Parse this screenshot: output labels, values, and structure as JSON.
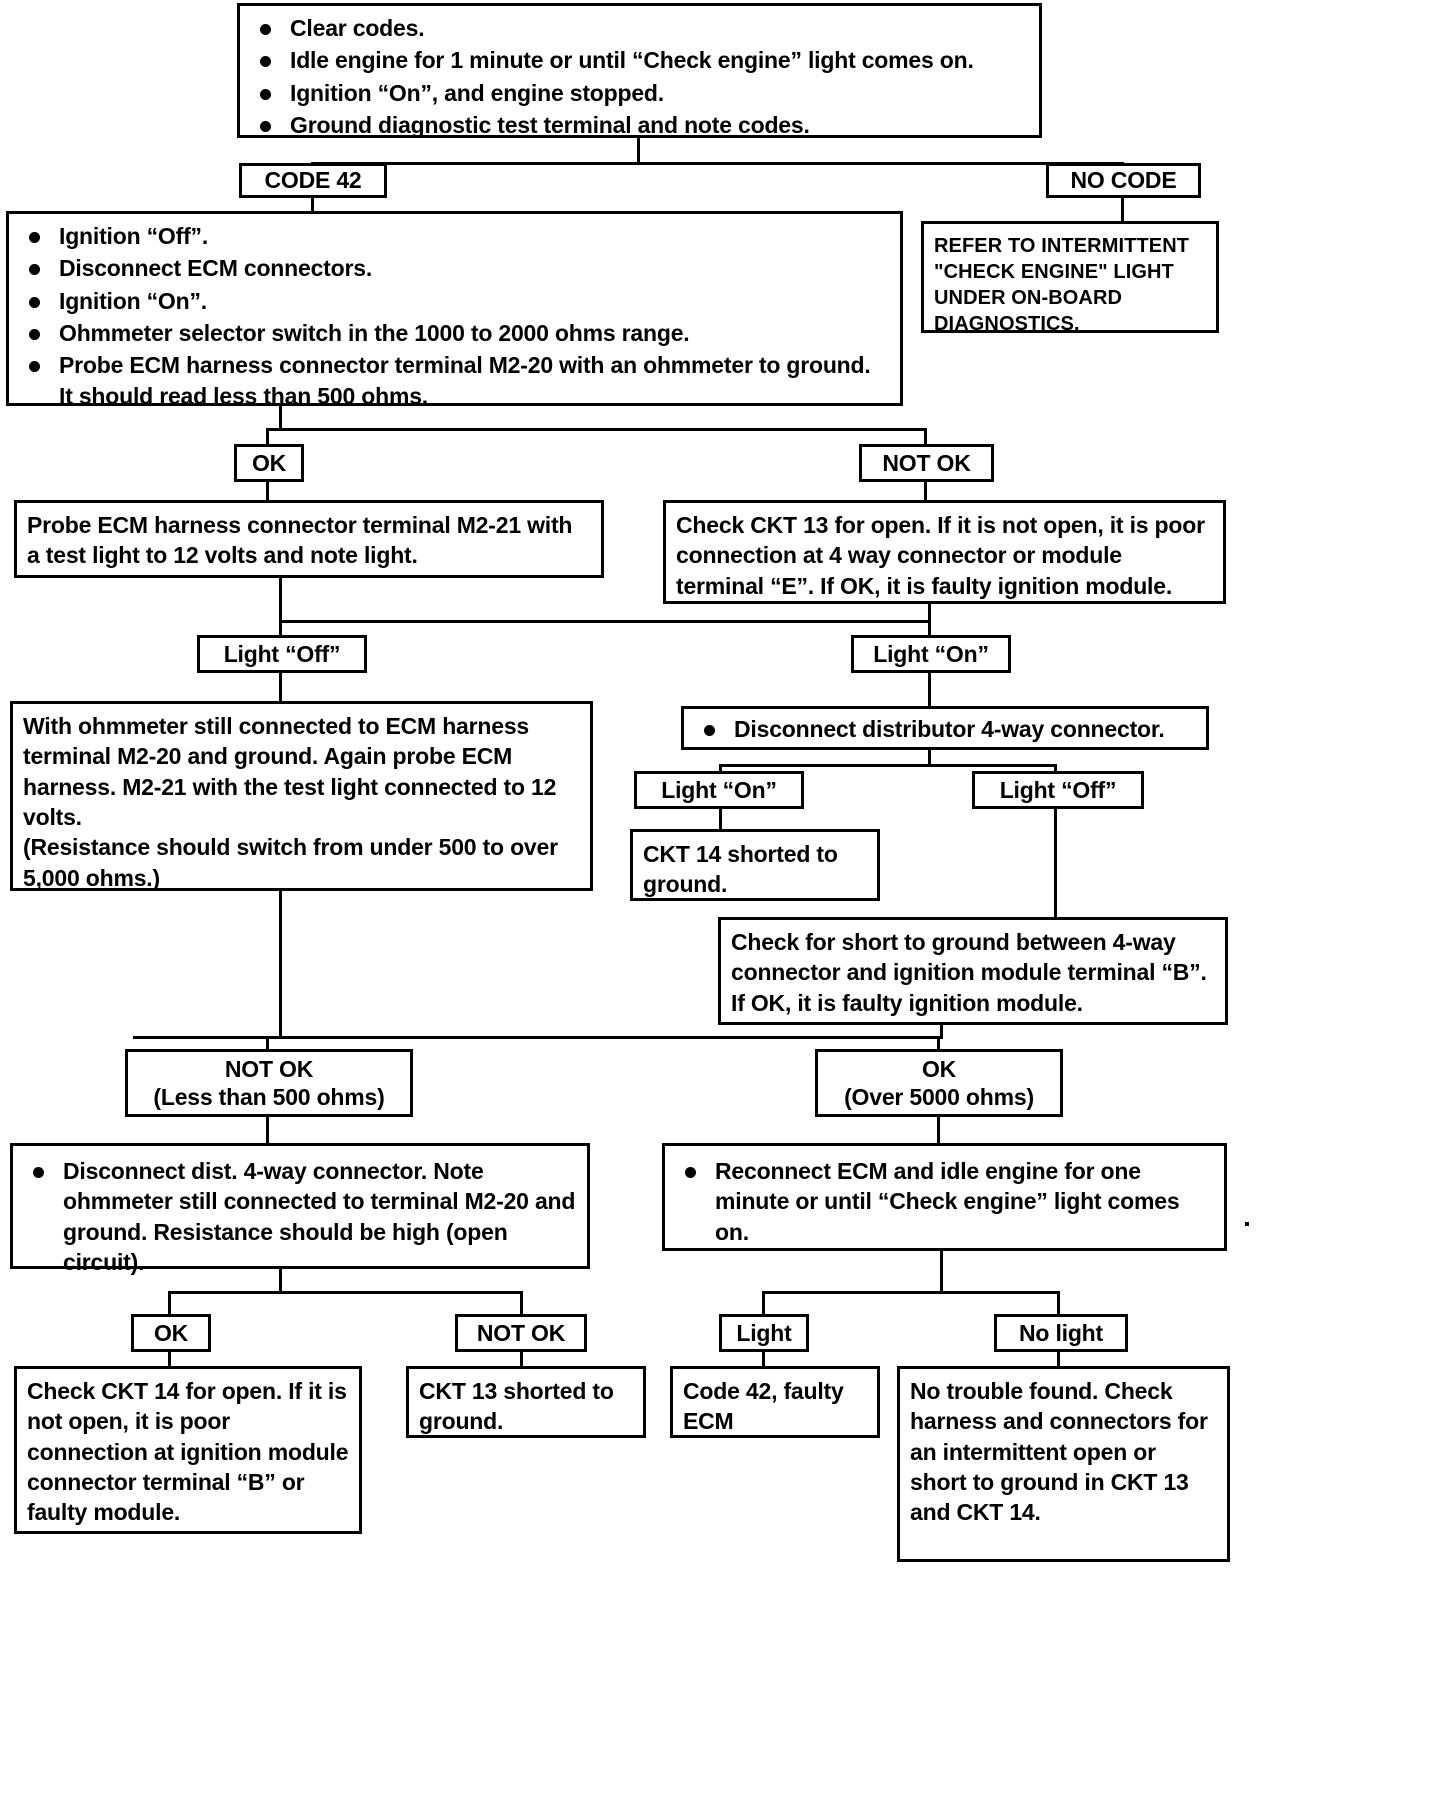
{
  "title": "CODE 42 Diagnostic Chart",
  "nodes": {
    "start": {
      "items": [
        "Clear codes.",
        "Idle engine for 1 minute or until “Check engine” light comes on.",
        "Ignition “On”, and engine stopped.",
        "Ground diagnostic test terminal and note codes."
      ]
    },
    "code42": {
      "label": "CODE 42"
    },
    "nocode": {
      "label": "NO CODE"
    },
    "refer_intermittent": {
      "lines": [
        "REFER TO INTERMITTENT",
        "\"CHECK ENGINE\" LIGHT",
        "UNDER ON-BOARD",
        "DIAGNOSTICS."
      ]
    },
    "ignition_steps": {
      "items": [
        "Ignition “Off”.",
        "Disconnect ECM connectors.",
        "Ignition “On”.",
        "Ohmmeter selector switch in the 1000 to 2000 ohms range.",
        "Probe ECM harness connector terminal M2-20 with an ohmmeter to ground.    It should read less than 500 ohms."
      ]
    },
    "ok1": {
      "label": "OK"
    },
    "notok1": {
      "label": "NOT OK"
    },
    "probe_m221": {
      "text": "Probe ECM harness connector terminal M2-21 with a test light to 12 volts and note light."
    },
    "check_ckt13": {
      "text": "Check CKT 13 for open. If it is not open, it is poor connection at 4 way connector or module terminal “E”. If OK, it is faulty ignition module."
    },
    "light_off1": {
      "label": "Light “Off”"
    },
    "light_on1": {
      "label": "Light “On”"
    },
    "with_ohmmeter": {
      "text": "With ohmmeter still connected to ECM harness terminal M2-20 and ground. Again probe ECM harness. M2-21 with the test light connected to 12 volts.",
      "text2": "(Resistance should switch from under 500 to over 5,000 ohms.)"
    },
    "disconnect_4way": {
      "items": [
        "Disconnect distributor 4-way connector."
      ]
    },
    "light_on2": {
      "label": "Light “On”"
    },
    "light_off2": {
      "label": "Light “Off”"
    },
    "ckt14_short": {
      "text": "CKT 14 shorted to ground."
    },
    "check_short_ground": {
      "text": "Check for short to ground between 4-way connector and ignition module terminal “B”. If OK, it is faulty ignition module."
    },
    "notok2": {
      "line1": "NOT OK",
      "line2": "(Less than 500 ohms)"
    },
    "ok2": {
      "line1": "OK",
      "line2": "(Over 5000 ohms)"
    },
    "disconnect_dist": {
      "items": [
        "Disconnect dist. 4-way connector. Note ohmmeter still connected to terminal M2-20 and ground. Resistance should be high (open circuit)."
      ]
    },
    "reconnect_ecm": {
      "items": [
        "Reconnect ECM and idle engine for one minute or until “Check engine” light comes on."
      ]
    },
    "ok3": {
      "label": "OK"
    },
    "notok3": {
      "label": "NOT OK"
    },
    "light3": {
      "label": "Light"
    },
    "nolight3": {
      "label": "No light"
    },
    "check_ckt14_open": {
      "text": "Check CKT 14 for open. If it is not open, it is poor connection at ignition module connector terminal “B” or faulty module."
    },
    "ckt13_short": {
      "text": "CKT 13 shorted to ground."
    },
    "code42_faulty_ecm": {
      "text": "Code 42, faulty ECM"
    },
    "no_trouble": {
      "text": "No trouble found. Check harness and connectors for an intermittent open or short to ground in CKT 13 and CKT 14."
    }
  }
}
